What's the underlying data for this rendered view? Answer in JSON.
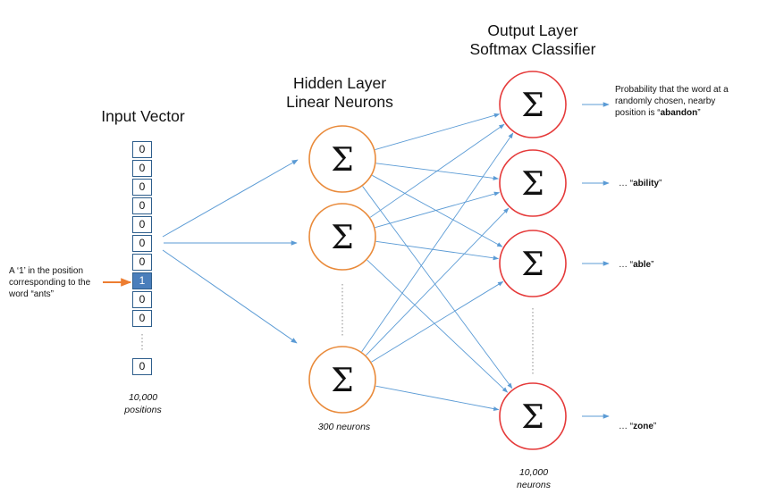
{
  "input": {
    "title": "Input Vector",
    "cells": [
      "0",
      "0",
      "0",
      "0",
      "0",
      "0",
      "0",
      "1",
      "0",
      "0"
    ],
    "hot_index": 7,
    "last_cell": "0",
    "note_line1": "10,000",
    "note_line2": "positions",
    "side_note_line1": "A ‘1’ in the position",
    "side_note_line2": "corresponding to the",
    "side_note_line3": "word “ants”"
  },
  "hidden": {
    "title_line1": "Hidden Layer",
    "title_line2": "Linear Neurons",
    "neuron_symbol": "Σ",
    "note": "300 neurons"
  },
  "output": {
    "title_line1": "Output Layer",
    "title_line2": "Softmax Classifier",
    "neuron_symbol": "Σ",
    "note_line1": "10,000",
    "note_line2": "neurons",
    "labels": [
      {
        "line1": "Probability that the word at a",
        "line2": "randomly chosen, nearby",
        "line3_prefix": "position is “",
        "line3_bold": "abandon",
        "line3_suffix": "”"
      },
      {
        "prefix": "… “",
        "bold": "ability",
        "suffix": "”"
      },
      {
        "prefix": "… “",
        "bold": "able",
        "suffix": "”"
      },
      {
        "prefix": "… “",
        "bold": "zone",
        "suffix": "”"
      }
    ]
  },
  "colors": {
    "hidden_neuron": "#e98a3a",
    "output_neuron": "#e53a3a",
    "arrow": "#5b9bd5",
    "input_pointer": "#ed7d31",
    "cell_border": "#2e5e8c",
    "cell_hot": "#4a7ebb"
  },
  "icons": {
    "neuron": "sigma-icon",
    "connection": "arrow-icon"
  }
}
